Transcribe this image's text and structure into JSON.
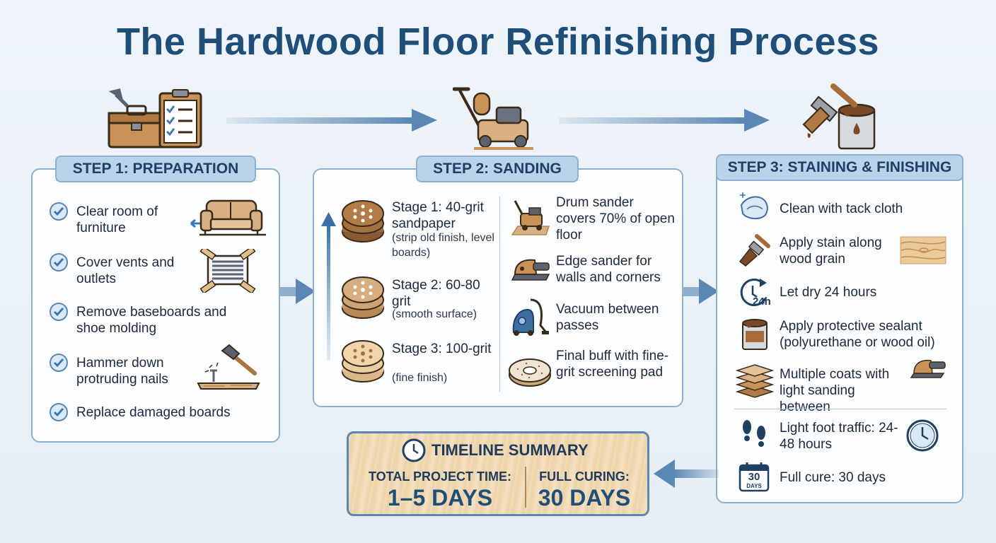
{
  "title": "The Hardwood Floor Refinishing Process",
  "colors": {
    "primary": "#1f4e79",
    "accent": "#5a87b3",
    "panel_border": "#8fb0cd",
    "tab_fill": "#b9d3ea",
    "wood": "#e9cfa5"
  },
  "step1": {
    "title": "STEP 1: PREPARATION",
    "icon": "toolbox-clipboard-icon",
    "items": [
      {
        "text": "Clear room of furniture",
        "icon": "sofa-icon"
      },
      {
        "text": "Cover vents and outlets",
        "icon": "taped-vent-icon"
      },
      {
        "text": "Remove baseboards and shoe molding",
        "icon": ""
      },
      {
        "text": "Hammer down protruding nails",
        "icon": "hammer-nail-icon"
      },
      {
        "text": "Replace damaged boards",
        "icon": ""
      }
    ]
  },
  "step2": {
    "title": "STEP 2: SANDING",
    "icon": "floor-sander-icon",
    "stages": [
      {
        "title": "Stage 1: 40-grit sandpaper",
        "note": "(strip old finish, level boards)"
      },
      {
        "title": "Stage 2: 60-80 grit",
        "note": "(smooth surface)"
      },
      {
        "title": "Stage 3: 100-grit",
        "note": "(fine finish)"
      }
    ],
    "tools": [
      {
        "text": "Drum sander covers 70% of open floor",
        "icon": "drum-sander-icon"
      },
      {
        "text": "Edge sander for walls and corners",
        "icon": "edge-sander-icon"
      },
      {
        "text": "Vacuum between passes",
        "icon": "vacuum-icon"
      },
      {
        "text": "Final buff with fine-grit screening pad",
        "icon": "screening-pad-icon"
      }
    ]
  },
  "step3": {
    "title": "STEP 3: STAINING & FINISHING",
    "icon": "brush-paint-can-icon",
    "items": [
      {
        "text": "Clean with tack cloth",
        "icon": "tack-cloth-icon"
      },
      {
        "text": "Apply stain along wood grain",
        "icon": "paintbrush-icon"
      },
      {
        "text": "Let dry 24 hours",
        "icon": "clock-24h-icon",
        "badge": "24h"
      },
      {
        "text": "Apply protective sealant (polyurethane or wood oil)",
        "icon": "sealant-can-icon"
      },
      {
        "text": "Multiple coats with light sanding between",
        "icon": "layers-icon"
      }
    ],
    "after": [
      {
        "text": "Light foot traffic: 24-48 hours",
        "icon": "footprints-icon"
      },
      {
        "text": "Full cure: 30 days",
        "icon": "calendar-icon",
        "badge_num": "30",
        "badge_word": "DAYS"
      }
    ]
  },
  "timeline": {
    "title": "TIMELINE SUMMARY",
    "total_label": "TOTAL PROJECT TIME:",
    "total_value": "1–5 DAYS",
    "curing_label": "FULL CURING:",
    "curing_value": "30 DAYS"
  }
}
